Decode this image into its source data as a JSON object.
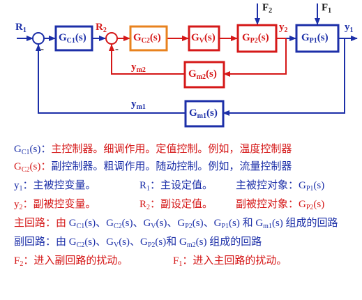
{
  "diagram": {
    "colors": {
      "outer": "#1c2fa8",
      "inner": "#d51818",
      "gc2": "#e8821e"
    },
    "labels": {
      "r1": "R",
      "r1_sub": "1",
      "r2": "R",
      "r2_sub": "2",
      "f1": "F",
      "f1_sub": "1",
      "f2": "F",
      "f2_sub": "2",
      "y1": "y",
      "y1_sub": "1",
      "y2": "y",
      "y2_sub": "2",
      "ym1": "y",
      "ym1_sub": "m1",
      "ym2": "y",
      "ym2_sub": "m2",
      "minus1": "-",
      "minus2": "-"
    },
    "blocks": {
      "gc1": {
        "main": "G",
        "sub": "C1",
        "tail": "(s)"
      },
      "gc2": {
        "main": "G",
        "sub": "C2",
        "tail": "(s)"
      },
      "gv": {
        "main": "G",
        "sub": "V",
        "tail": "(s)"
      },
      "gp2": {
        "main": "G",
        "sub": "P2",
        "tail": "(s)"
      },
      "gp1": {
        "main": "G",
        "sub": "P1",
        "tail": "(s)"
      },
      "gm2": {
        "main": "G",
        "sub": "m2",
        "tail": "(s)"
      },
      "gm1": {
        "main": "G",
        "sub": "m1",
        "tail": "(s)"
      }
    }
  },
  "legend": {
    "line1": {
      "term": "G",
      "term_sub": "C1",
      "term_tail": "(s)：",
      "text": "主控制器。细调作用。定值控制。例如，温度控制器"
    },
    "line2": {
      "term": "G",
      "term_sub": "C2",
      "term_tail": "(s)：",
      "text": "副控制器。粗调作用。随动控制。例如，流量控制器"
    },
    "line3": {
      "a_term": "y",
      "a_sub": "1",
      "a_text": "：主被控变量。",
      "b_term": "R",
      "b_sub": "1",
      "b_text": "：主设定值。",
      "c_text": "主被控对象：G",
      "c_sub": "P1",
      "c_tail": "(s)"
    },
    "line4": {
      "a_term": "y",
      "a_sub": "2",
      "a_text": "：副被控变量。",
      "b_term": "R",
      "b_sub": "2",
      "b_text": "：副设定值。",
      "c_text": "副被控对象：G",
      "c_sub": "P2",
      "c_tail": "(s)"
    },
    "line5": {
      "prefix": "主回路：由 ",
      "t1": "G",
      "s1": "C1",
      "r1": "(s)、",
      "t2": "G",
      "s2": "C2",
      "r2": "(s)、",
      "t3": "G",
      "s3": "V",
      "r3": "(s)、",
      "t4": "G",
      "s4": "P2",
      "r4": "(s)、",
      "t5": "G",
      "s5": "P1",
      "r5": "(s) 和 ",
      "t6": "G",
      "s6": "m1",
      "r6": "(s) ",
      "suffix": "组成的回路"
    },
    "line6": {
      "prefix": "副回路：由 ",
      "t1": "G",
      "s1": "C2",
      "r1": "(s)、",
      "t2": "G",
      "s2": "V",
      "r2": "(s)、",
      "t3": "G",
      "s3": "P2",
      "r3": "(s)和 ",
      "t4": "G",
      "s4": "m2",
      "r4": "(s) ",
      "suffix": "组成的回路"
    },
    "line7": {
      "a_term": "F",
      "a_sub": "2",
      "a_text": "：进入副回路的扰动。",
      "b_term": "F",
      "b_sub": "1",
      "b_text": "：进入主回路的扰动。"
    }
  }
}
